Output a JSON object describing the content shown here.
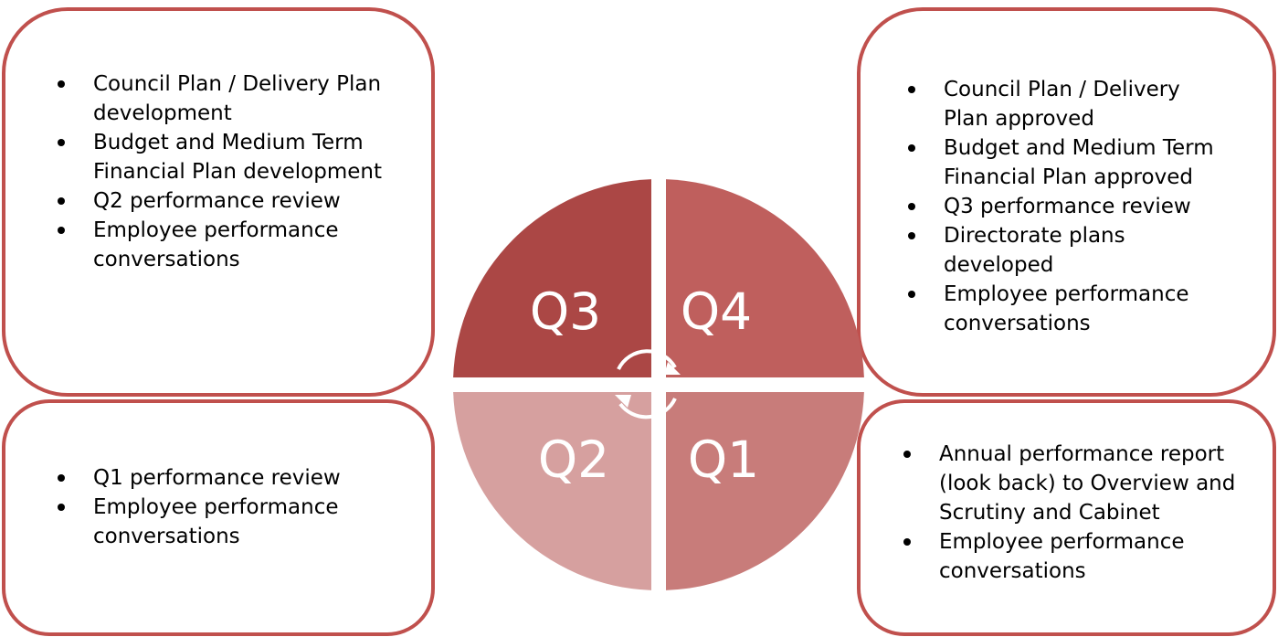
{
  "colors": {
    "border": "#c0504d",
    "q3": "#ab4745",
    "q4": "#bf5f5d",
    "q1": "#c87c7a",
    "q2": "#d6a09f",
    "center_arrows": "#ffffff"
  },
  "quarters": {
    "q3": {
      "label": "Q3",
      "items": [
        "Council Plan / Delivery Plan development",
        "Budget and Medium Term Financial Plan development",
        "Q2 performance review",
        "Employee performance conversations"
      ]
    },
    "q4": {
      "label": "Q4",
      "items": [
        "Council Plan / Delivery Plan approved",
        "Budget and Medium Term Financial Plan approved",
        "Q3 performance review",
        "Directorate plans developed",
        "Employee performance conversations"
      ]
    },
    "q2": {
      "label": "Q2",
      "items": [
        "Q1 performance review",
        "Employee performance conversations"
      ]
    },
    "q1": {
      "label": "Q1",
      "items": [
        "Annual performance report (look back) to Overview and Scrutiny and Cabinet",
        "Employee performance conversations"
      ]
    }
  },
  "center_icon": "refresh-cycle-icon"
}
